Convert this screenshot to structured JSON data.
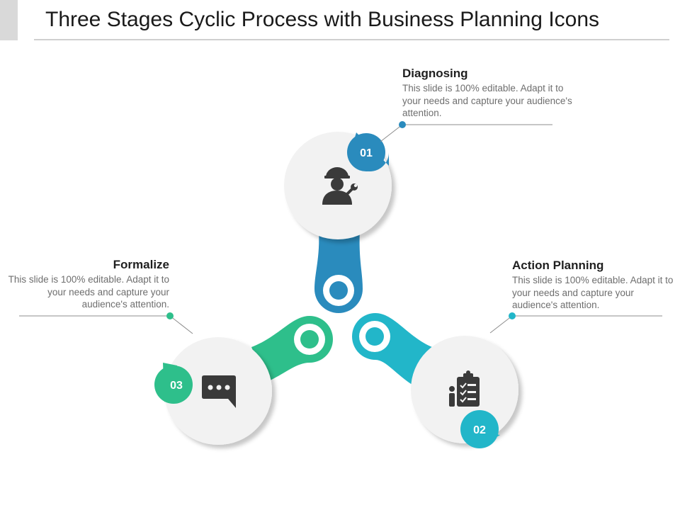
{
  "slide": {
    "title": "Three Stages Cyclic Process with Business Planning Icons"
  },
  "colors": {
    "blue": "#2a8bbd",
    "teal": "#22b6c9",
    "green": "#2ebf8b",
    "circle_fill": "#f2f2f2",
    "icon": "#3a3a3a"
  },
  "stages": [
    {
      "number": "01",
      "heading": "Diagnosing",
      "description": "This slide is 100% editable. Adapt it to your needs and capture your audience's attention.",
      "icon": "worker-with-wrench-icon",
      "color": "#2a8bbd"
    },
    {
      "number": "02",
      "heading": "Action Planning",
      "description": "This slide is 100% editable. Adapt it to your needs and capture your audience's attention.",
      "icon": "clipboard-checklist-icon",
      "color": "#22b6c9"
    },
    {
      "number": "03",
      "heading": "Formalize",
      "description": "This slide is 100% editable. Adapt it to your needs and capture your audience's attention.",
      "icon": "chat-bubble-icon",
      "color": "#2ebf8b"
    }
  ]
}
